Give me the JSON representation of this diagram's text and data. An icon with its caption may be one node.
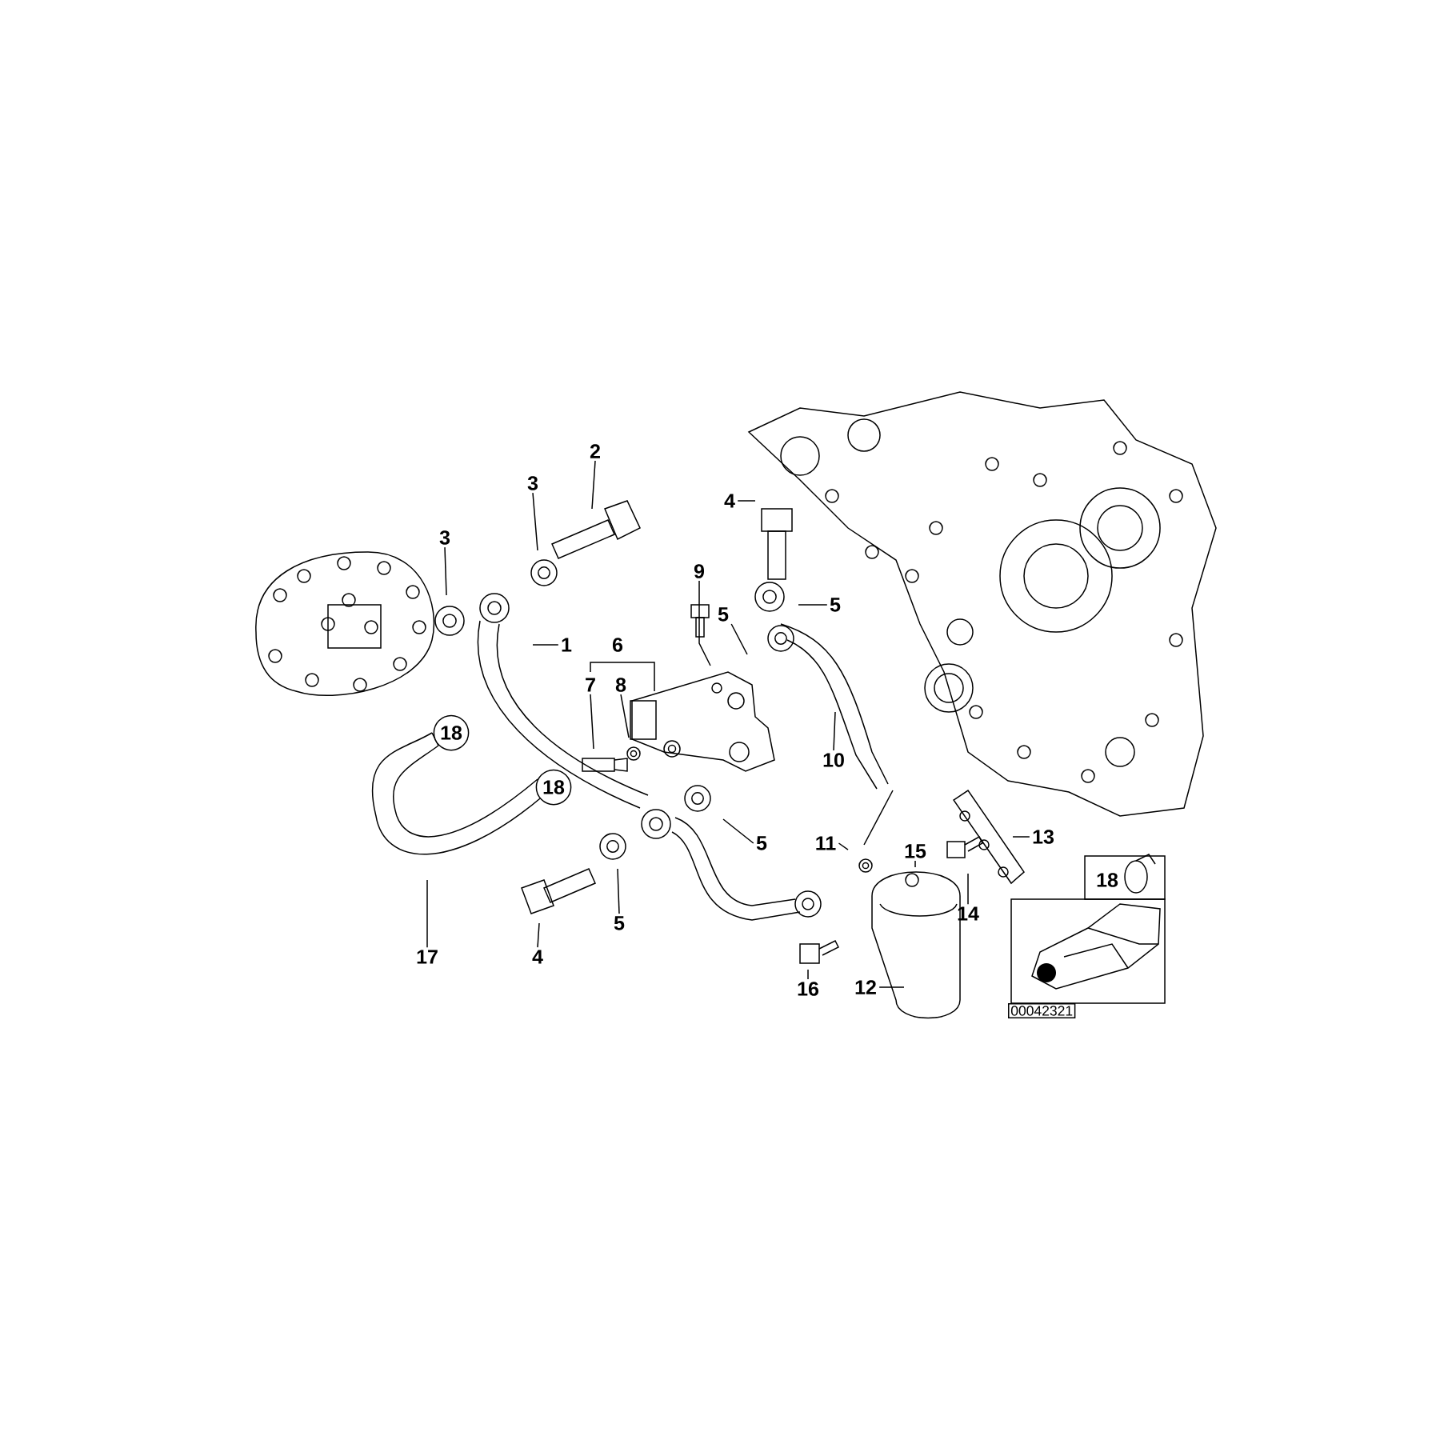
{
  "diagram": {
    "nodes": [
      {
        "text": [
          "2"
        ]
      },
      {
        "text": [
          "3"
        ]
      },
      {
        "text": [
          "3"
        ]
      },
      {
        "text": [
          "1"
        ]
      },
      {
        "text": [
          "6"
        ]
      },
      {
        "text": [
          "7"
        ]
      },
      {
        "text": [
          "8"
        ]
      },
      {
        "text": [
          "9"
        ]
      },
      {
        "text": [
          "4"
        ]
      },
      {
        "text": [
          "5"
        ]
      },
      {
        "text": [
          "5"
        ]
      },
      {
        "text": [
          "10"
        ]
      },
      {
        "text": [
          "5"
        ]
      },
      {
        "text": [
          "17"
        ]
      },
      {
        "text": [
          "4"
        ]
      },
      {
        "text": [
          "5"
        ]
      },
      {
        "text": [
          "11"
        ]
      },
      {
        "text": [
          "15"
        ]
      },
      {
        "text": [
          "13"
        ]
      },
      {
        "text": [
          "14"
        ]
      },
      {
        "text": [
          "16"
        ]
      },
      {
        "text": [
          "12"
        ]
      },
      {
        "text": [
          "18"
        ]
      },
      {
        "text": [
          "18"
        ]
      }
    ],
    "edges": [
      {
        "from": 0,
        "to": null,
        "arrow": "none"
      },
      {
        "from": 1,
        "to": null,
        "arrow": "none"
      },
      {
        "from": 2,
        "to": null,
        "arrow": "none"
      },
      {
        "from": 3,
        "to": null,
        "arrow": "none"
      },
      {
        "from": 5,
        "to": null,
        "arrow": "none"
      },
      {
        "from": 6,
        "to": null,
        "arrow": "none"
      },
      {
        "from": 7,
        "to": null,
        "arrow": "none"
      },
      {
        "from": 8,
        "to": null,
        "arrow": "none"
      },
      {
        "from": 9,
        "to": null,
        "arrow": "none"
      },
      {
        "from": 10,
        "to": null,
        "arrow": "none"
      },
      {
        "from": 11,
        "to": null,
        "arrow": "none"
      },
      {
        "from": 12,
        "to": null,
        "arrow": "none"
      },
      {
        "from": 13,
        "to": null,
        "arrow": "none"
      },
      {
        "from": 14,
        "to": null,
        "arrow": "none"
      },
      {
        "from": 15,
        "to": null,
        "arrow": "none"
      },
      {
        "from": 16,
        "to": null,
        "arrow": "none"
      },
      {
        "from": 17,
        "to": null,
        "arrow": "none"
      },
      {
        "from": 18,
        "to": null,
        "arrow": "none"
      },
      {
        "from": 19,
        "to": null,
        "arrow": "none"
      },
      {
        "from": 20,
        "to": null,
        "arrow": "none"
      },
      {
        "from": 21,
        "to": null,
        "arrow": "none"
      }
    ],
    "labels": [
      "18",
      "00042321"
    ]
  }
}
